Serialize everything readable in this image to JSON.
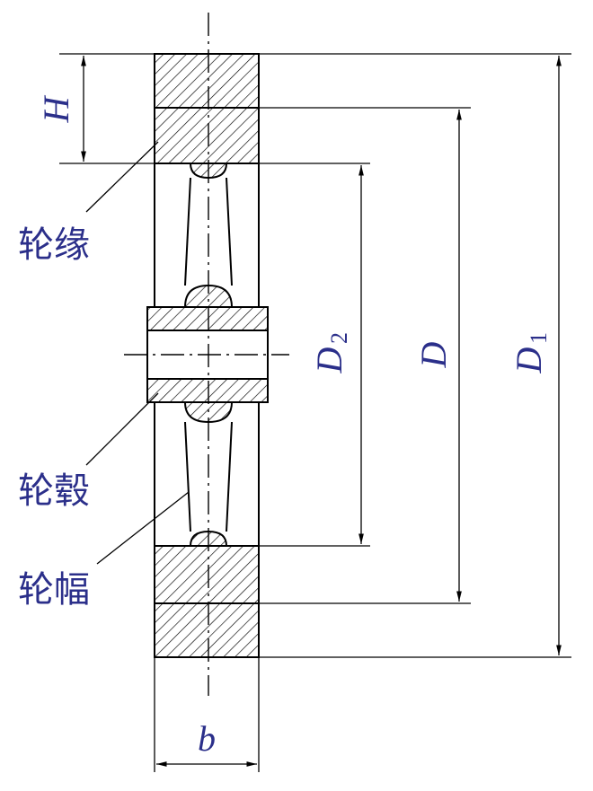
{
  "dimensions": {
    "H": "H",
    "D": "D",
    "D2_main": "D",
    "D2_sub": "2",
    "D1_main": "D",
    "D1_sub": "1",
    "b": "b"
  },
  "parts": {
    "rim": "轮缘",
    "hub": "轮毂",
    "web": "轮幅"
  },
  "colors": {
    "label": "#2b2f8a",
    "line": "#000000"
  }
}
